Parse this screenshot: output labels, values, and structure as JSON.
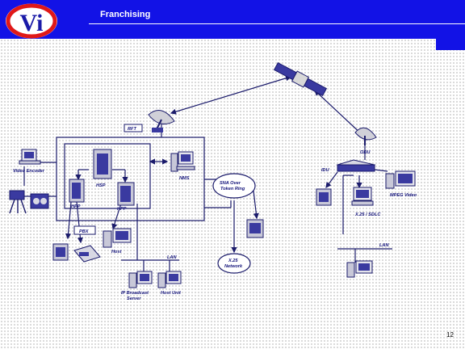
{
  "header": {
    "title": "Franchising",
    "logo_text": "Vi"
  },
  "diagram": {
    "labels": {
      "rft": "RFT",
      "hsp": "HSP",
      "hpp1": "HPP",
      "hpp2": "HPP",
      "video_encoder": "Video Encoder",
      "nms": "NMS",
      "pbx": "PBX",
      "host": "Host",
      "sna": "SNA Over",
      "token_ring": "Token Ring",
      "x25_network_1": "X.25",
      "x25_network_2": "Network",
      "lan1": "LAN",
      "ip_broadcast_1": "IP Broadcast",
      "ip_broadcast_2": "Server",
      "host_unit": "Host Unit",
      "odu": "ODU",
      "idu": "IDU",
      "mpeg_video": "MPEG Video",
      "x25_sdlc": "X.25 / SDLC",
      "lan2": "LAN"
    }
  },
  "page_number": "12",
  "colors": {
    "header_blue": "#1212e6",
    "line_navy": "#1b1b6b"
  }
}
